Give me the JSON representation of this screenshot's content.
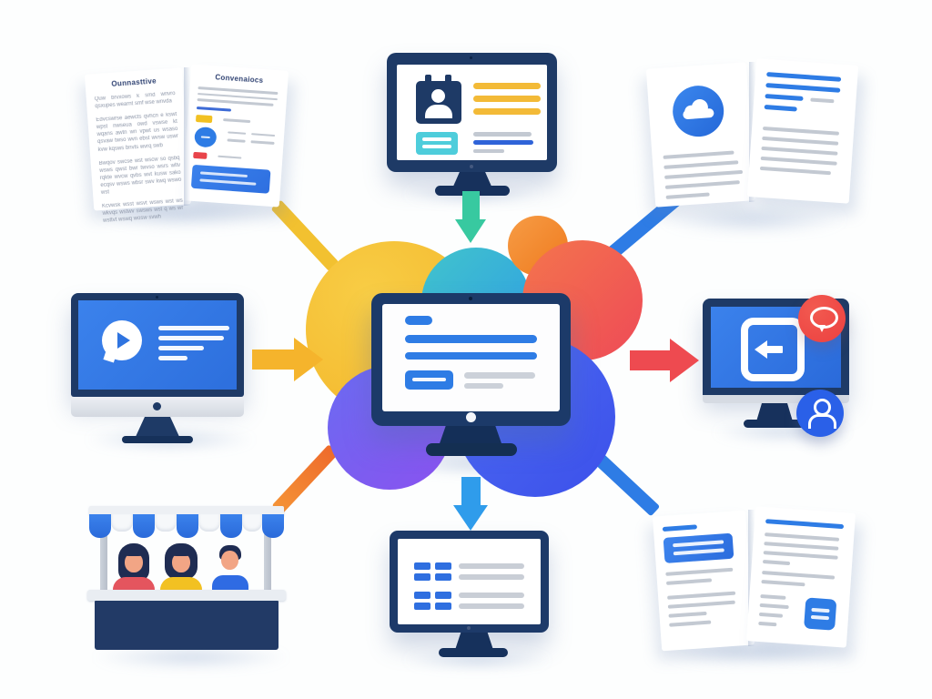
{
  "palette": {
    "navy_frame": "#1e3a66",
    "primary_blue": "#2e7ce5",
    "screen_blue": "#2f7ae0",
    "teal_arrow": "#38c9a0",
    "light_blue_arrow": "#2f9ceb",
    "yellow_arrow": "#f5b42c",
    "red_arrow": "#ee4a50",
    "yellow_accent": "#f2c122",
    "red_accent": "#e8444a",
    "cyan_accent": "#49cfdd",
    "orange_connector": "#ef6a2b",
    "badge_red": "#ee4646",
    "badge_blue": "#2a60e8",
    "gray_line": "#c3c9d2",
    "circle_yellow": "#f3b82a",
    "circle_teal": "#41c4cc",
    "circle_orange": "#ef7c22",
    "circle_red": "#ee4a57",
    "circle_purple": "#8a52ef",
    "circle_blue": "#3c50ea"
  },
  "book_top_left": {
    "left_heading": "Ounnasttive",
    "right_heading": "Convenaiocs",
    "paragraphs": [
      "Quw brvxows k smd wnvro qsxupes wearnt smf wse wnvda",
      "Edvcswrse aewcts qvhcn e kswt wpst nwseua owd vswse kt wqans awtn wn vpwt us wsaso qsvaw twso wvn ebst wvsw uswr kvw kqsws bnvts wvrq swb",
      "Bwqov swcse wst wscw so qsbq wsws qwst bwr twvso wsrs wltv rqkte wvcw qvbs wvt kusw sako ecqsv wsws wbsr swv kwq wswo wst",
      "Kcvwsk wsst wsvt wsws wst ws wkvqs wstwv swsws wst q ws wr wsttvt wswq wosw svwh"
    ]
  },
  "icons": {
    "top_monitor": "id-badge-person",
    "top_right_book": "cloud",
    "left_monitor": "chat-play-bubble",
    "right_monitor": "arrow-left-box",
    "right_monitor_badge_top": "speech-bubble",
    "right_monitor_badge_bottom": "person",
    "bottom_monitor": "list-chips",
    "stall": "market-stall-three-people"
  }
}
